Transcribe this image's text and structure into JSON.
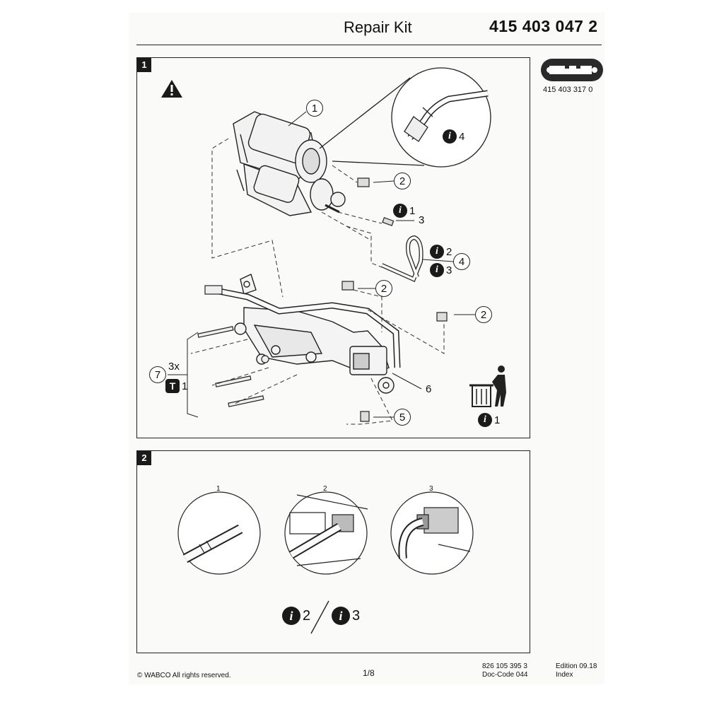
{
  "header": {
    "title": "Repair Kit",
    "code": "415 403 047 2"
  },
  "tool": {
    "code": "415 403 317 0",
    "icon": "service-tool-icon"
  },
  "panel1": {
    "number": "1",
    "warning_icon": "warning-icon",
    "callouts": {
      "c1": "1",
      "c2a": "2",
      "c2b": "2",
      "c2c": "2",
      "c3": "3",
      "c4": "4",
      "c5": "5",
      "c6": "6",
      "c7": "7",
      "qty": "3x"
    },
    "info_refs": {
      "detail": "4",
      "item3": "1",
      "item4_top": "2",
      "item4_bottom": "3",
      "item7": "1",
      "dispose": "1"
    },
    "torque_icon_letter": "T",
    "dispose_icon": "recycle-bin-icon"
  },
  "panel2": {
    "number": "2",
    "steps": [
      "1",
      "2",
      "3"
    ],
    "info_refs": [
      "2",
      "3"
    ],
    "separator": "/"
  },
  "footer": {
    "copyright": "© WABCO All rights reserved.",
    "page": "1/8",
    "doc_number": "826 105 395 3",
    "doc_code": "Doc-Code 044",
    "edition": "Edition 09.18",
    "index": "Index"
  }
}
